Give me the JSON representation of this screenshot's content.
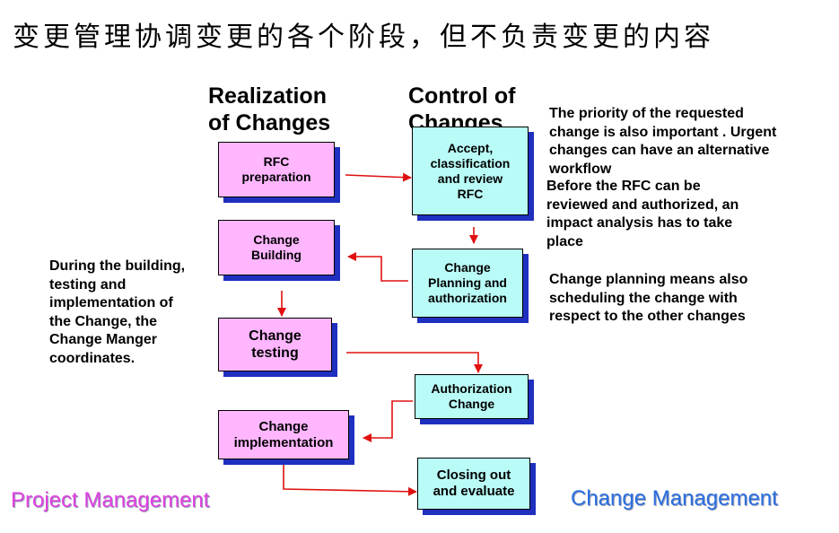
{
  "title": "变更管理协调变更的各个阶段，但不负责变更的内容",
  "columns": {
    "realization": "Realization\nof Changes",
    "control": "Control of\nChanges"
  },
  "boxes": {
    "rfc_preparation": "RFC\npreparation",
    "accept_review": "Accept,\nclassification\nand review\nRFC",
    "change_building": "Change\nBuilding",
    "change_planning": "Change\nPlanning and\nauthorization",
    "change_testing": "Change\ntesting",
    "authorization_change": "Authorization\nChange",
    "change_implementation": "Change\nimplementation",
    "closing_out": "Closing out\nand evaluate"
  },
  "notes": {
    "priority": "The priority of the requested\nchange is also important . Urgent\nchanges can have an alternative\nworkflow",
    "impact": "Before the RFC can be\nreviewed and authorized, an\nimpact analysis has to take\nplace",
    "planning": "Change planning means also\nscheduling the change with\nrespect to the other changes",
    "manager": "During the building,\ntesting and\nimplementation of\nthe Change, the\nChange Manger\ncoordinates."
  },
  "footer": {
    "left": "Project Management",
    "right": "Change Management"
  },
  "colors": {
    "realization_box": "#ffb6ff",
    "control_box": "#b9fbf6",
    "box_shadow": "#1f2fbf",
    "arrow": "#e01010",
    "footer_left": "#e040e0",
    "footer_right": "#2a6fe0"
  }
}
